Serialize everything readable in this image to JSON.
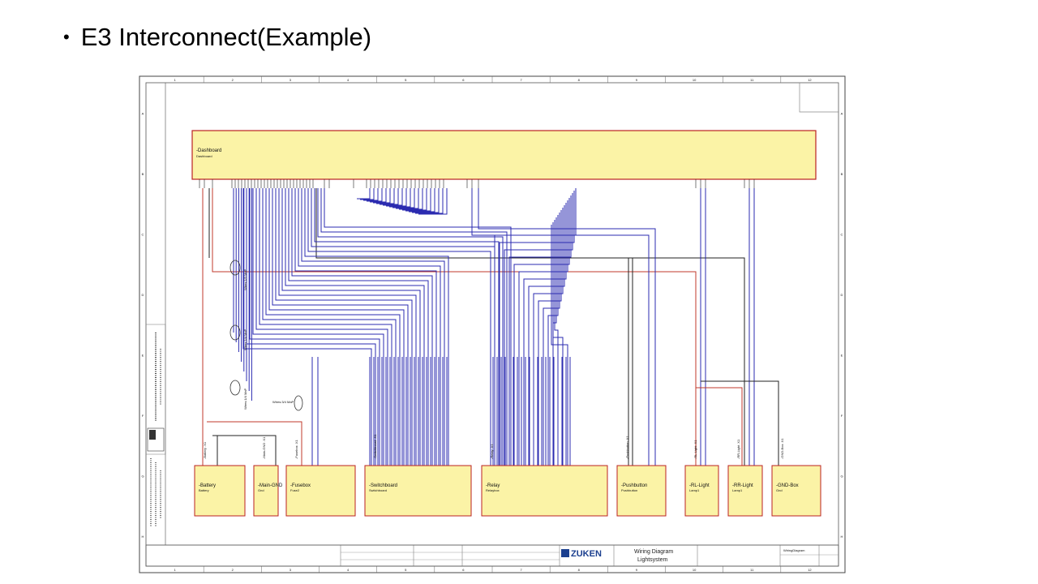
{
  "slide": {
    "bullet": "•",
    "title": "E3 Interconnect(Example)"
  },
  "sheet": {
    "col_numbers": [
      "1",
      "2",
      "3",
      "4",
      "5",
      "6",
      "7",
      "8",
      "9",
      "10",
      "11",
      "12"
    ],
    "row_letters": [
      "A",
      "B",
      "C",
      "D",
      "E",
      "F",
      "G",
      "H"
    ]
  },
  "dashboard": {
    "label": "-Dashboard",
    "sub": "Dashboard"
  },
  "components": [
    {
      "name": "-Battery",
      "type": "Battery",
      "connector": "-Battery .X1"
    },
    {
      "name": "-Main-GND",
      "type": "Gnd",
      "connector": "-Main-GND .X1"
    },
    {
      "name": "-Fusebox",
      "type": "Fuse2",
      "connector": "-Fusebox .X1"
    },
    {
      "name": "-Switchboard",
      "type": "Switchboard",
      "connector": "-Switchboard .X1"
    },
    {
      "name": "-Relay",
      "type": "Relaybox",
      "connector": "-Relay .X1"
    },
    {
      "name": "-Pushbutton",
      "type": "Pushbutton",
      "connector": "-Pushbutton .X1"
    },
    {
      "name": "-RL-Light",
      "type": "Lamp1",
      "connector": "-RL-Light .X1"
    },
    {
      "name": "-RR-Light",
      "type": "Lamp1",
      "connector": "-RR-Light .X1"
    },
    {
      "name": "-GND-Box",
      "type": "Gnd",
      "connector": "-GND-Box .X1"
    }
  ],
  "cable_labels": [
    "Wires:1/3 MaP",
    "Wires:1/4 MaP",
    "Wires:1/4 MaP",
    "Wires:3/4 MaP"
  ],
  "title_block": {
    "company": "ZUKEN",
    "title_line1": "Wiring Diagram",
    "title_line2": "Lightsystem",
    "drawing_name": "WiringDiagram"
  }
}
